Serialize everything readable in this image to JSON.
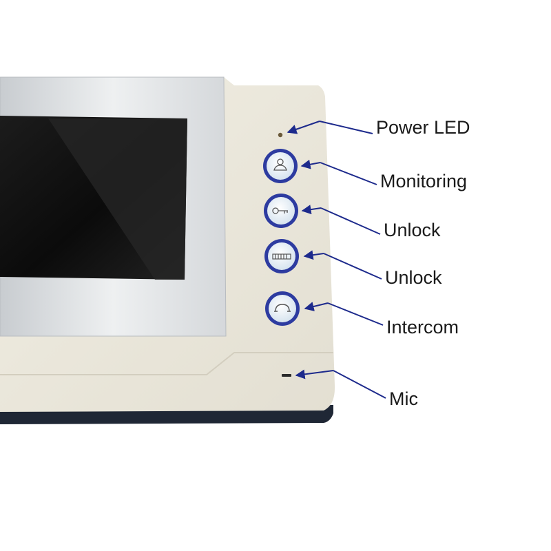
{
  "device": "video door phone monitor",
  "callouts": {
    "power_led": "Power LED",
    "monitoring": "Monitoring",
    "unlock_1": "Unlock",
    "unlock_2": "Unlock",
    "intercom": "Intercom",
    "mic": "Mic"
  },
  "buttons": [
    {
      "name": "monitoring",
      "icon": "person-icon"
    },
    {
      "name": "unlock",
      "icon": "key-icon"
    },
    {
      "name": "unlock",
      "icon": "gate-icon"
    },
    {
      "name": "intercom",
      "icon": "phone-handset-icon"
    }
  ],
  "colors": {
    "housing": "#ece8dc",
    "frame": "#dfe2e4",
    "screen": "#111111",
    "button_ring": "#2d3ba0",
    "button_face": "#e7f0f7",
    "arrow": "#1d2a8c"
  }
}
